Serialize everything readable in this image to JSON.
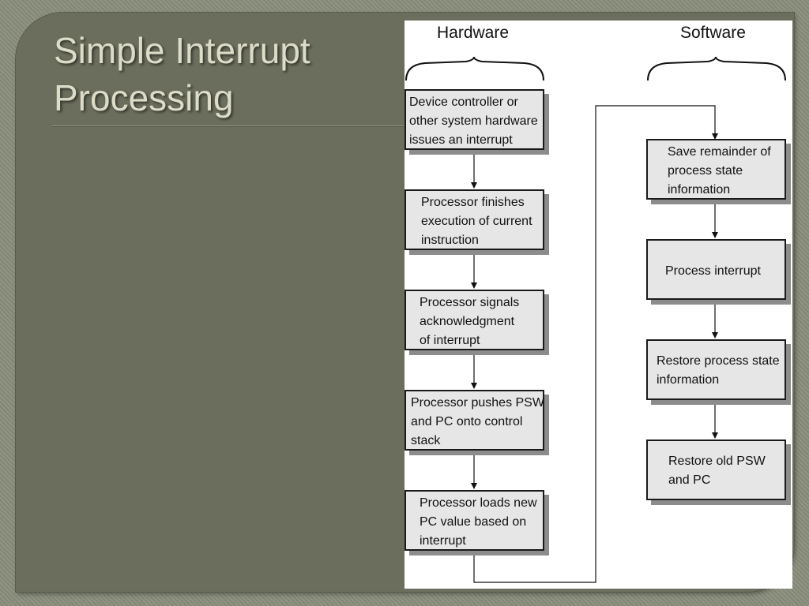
{
  "slide": {
    "title_line1": "Simple Interrupt",
    "title_line2": "Processing"
  },
  "diagram": {
    "hardware_label": "Hardware",
    "software_label": "Software",
    "hardware_steps": [
      "Device controller or\nother system hardware\nissues an interrupt",
      "Processor finishes\nexecution of current\ninstruction",
      "Processor signals\nacknowledgment\nof interrupt",
      "Processor pushes PSW\nand PC onto control\nstack",
      "Processor loads new\nPC value based on\ninterrupt"
    ],
    "software_steps": [
      "Save remainder of\nprocess state\ninformation",
      "Process interrupt",
      "Restore process state\ninformation",
      "Restore old PSW\nand PC"
    ]
  },
  "colors": {
    "slide_background": "#6b6e5c",
    "title_text": "#dcdcc8",
    "box_fill": "#e6e6e6"
  }
}
